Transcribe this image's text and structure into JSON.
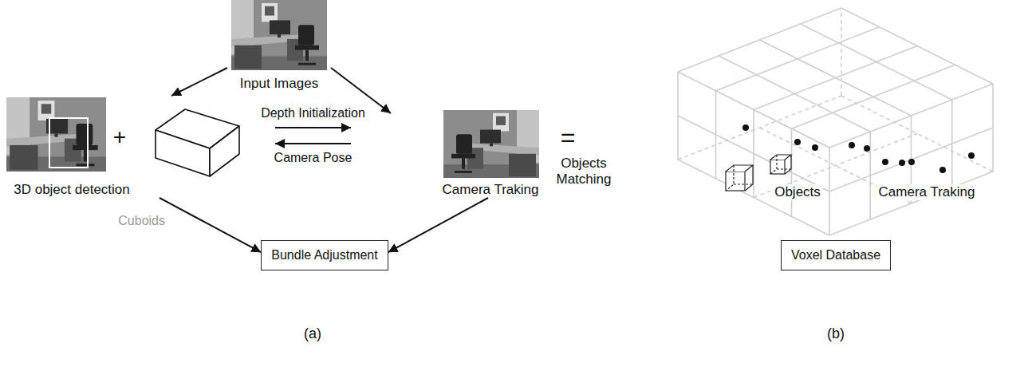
{
  "diagram": {
    "nodes": [
      {
        "text": [
          "Input Images"
        ]
      },
      {
        "text": [
          "3D object detection"
        ]
      },
      {
        "text": [
          "Camera Traking"
        ]
      },
      {
        "text": [
          "Bundle Adjustment"
        ]
      },
      {
        "text": [
          "Voxel Database"
        ]
      }
    ],
    "edges": [
      {
        "from": 0,
        "to": 1,
        "arrow": "to"
      },
      {
        "from": 0,
        "to": 2,
        "arrow": "to"
      },
      {
        "from": 1,
        "to": 2,
        "label": "Depth Initialization",
        "arrow": "to"
      },
      {
        "from": 2,
        "to": 1,
        "label": "Camera Pose",
        "arrow": "to"
      },
      {
        "from": 1,
        "to": 3,
        "label": "Cuboids",
        "arrow": "to"
      },
      {
        "from": 2,
        "to": 3,
        "arrow": "to"
      }
    ],
    "labels": [
      "+",
      "=",
      "Objects Matching",
      "Objects",
      "Camera Traking",
      "(a)",
      "(b)"
    ]
  }
}
